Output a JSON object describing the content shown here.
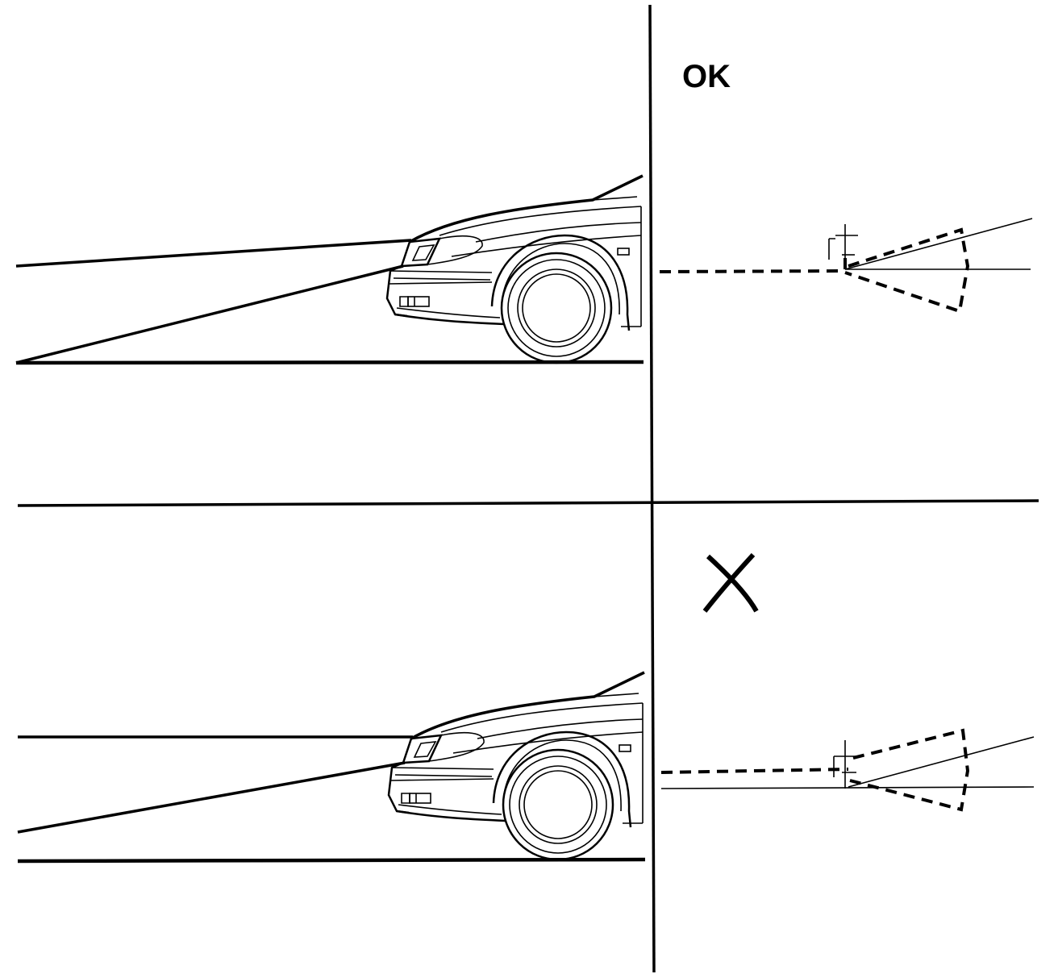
{
  "panels": [
    {
      "id": "correct",
      "label": "OK",
      "mark": "text"
    },
    {
      "id": "incorrect",
      "label": "",
      "mark": "cross"
    }
  ],
  "colors": {
    "line": "#000000",
    "background": "#ffffff"
  },
  "icons": [
    "car-front-icon",
    "headlight-beam-pattern-icon",
    "cross-mark-icon"
  ]
}
